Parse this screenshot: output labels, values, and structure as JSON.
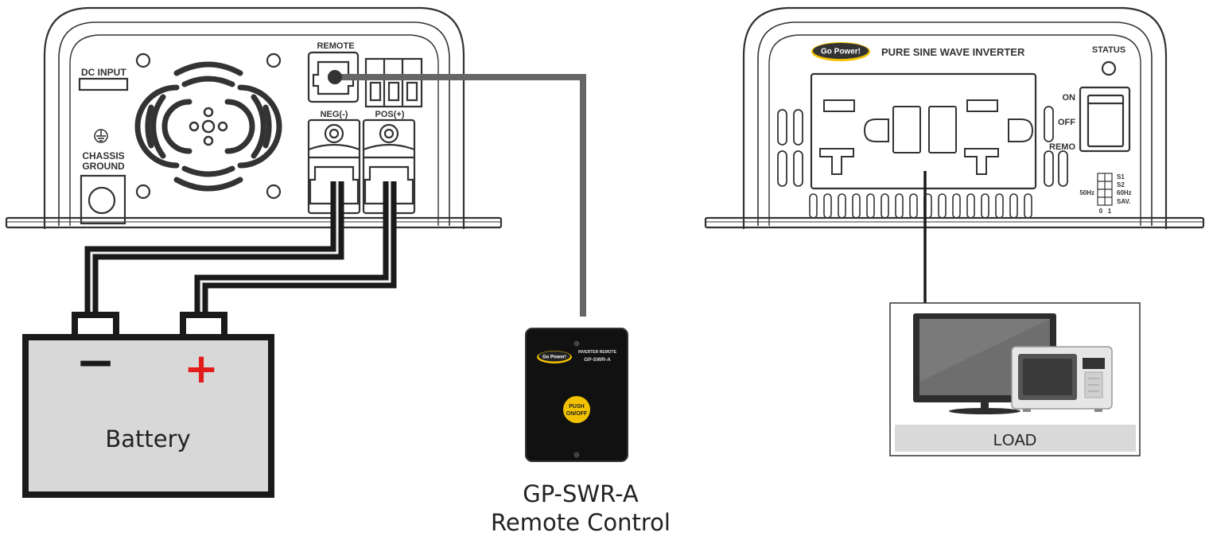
{
  "dc_panel": {
    "dc_input": "DC INPUT",
    "remote": "REMOTE",
    "neg": "NEG(-)",
    "pos": "POS(+)",
    "chassis": "CHASSIS",
    "ground": "GROUND"
  },
  "ac_panel": {
    "brand": "Go Power!",
    "title": "PURE SINE WAVE INVERTER",
    "status": "STATUS",
    "on": "ON",
    "off": "OFF",
    "remo": "REMO",
    "s1": "S1",
    "s2": "S2",
    "hz50": "50Hz",
    "hz60": "60Hz",
    "sav": "SAV.",
    "zero": "0",
    "one": "1"
  },
  "battery": {
    "label": "Battery",
    "neg_symbol": "−",
    "pos_symbol": "+"
  },
  "remote": {
    "brand": "Go Power!",
    "header": "INVERTER REMOTE",
    "model": "GP-SWR-A",
    "button_line1": "PUSH",
    "button_line2": "ON/OFF",
    "caption_line1": "GP-SWR-A",
    "caption_line2": "Remote Control"
  },
  "load": {
    "label": "LOAD"
  },
  "colors": {
    "outline": "#333333",
    "cable_black": "#1a1a1a",
    "cable_gray": "#666666",
    "battery_fill": "#d8d8d8",
    "plus_red": "#e21b1b",
    "button_yellow": "#f2c200",
    "load_band": "#d9d9d9"
  }
}
